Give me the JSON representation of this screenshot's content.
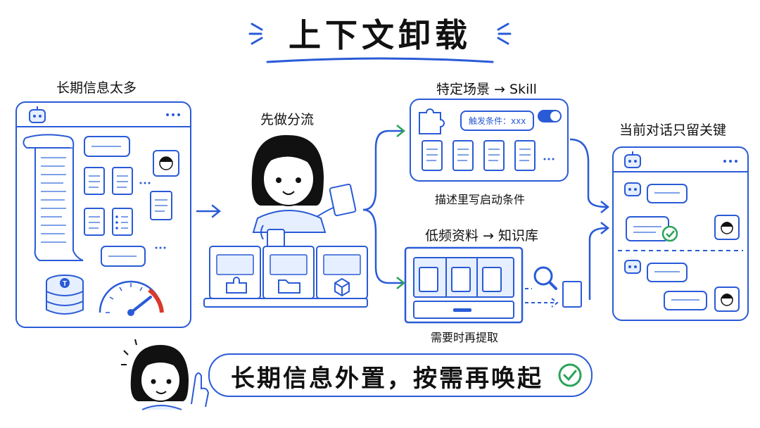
{
  "title": "上下文卸载",
  "left": {
    "label": "长期信息太多"
  },
  "middle": {
    "label": "先做分流"
  },
  "skill": {
    "label": "特定场景 → Skill",
    "trigger_text": "触发条件：xxx",
    "caption": "描述里写启动条件"
  },
  "knowledge": {
    "label": "低频资料 → 知识库",
    "caption": "需要时再提取"
  },
  "right": {
    "label": "当前对话只留关键"
  },
  "banner": {
    "text": "长期信息外置，按需再唤起"
  },
  "colors": {
    "accent": "#2a5bd7",
    "light_fill": "#e6efff",
    "green": "#2ca35a",
    "red": "#d93a2b"
  }
}
